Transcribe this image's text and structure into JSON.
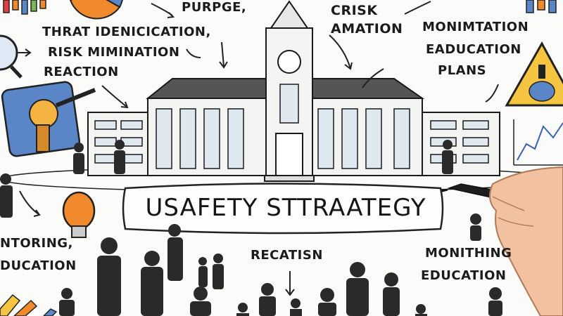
{
  "title": "USAFETY STTRAATEGY",
  "labels": {
    "purpose": "PURPGE,",
    "crisk": "CRISK",
    "amation": "AMATION",
    "threat": "THRAT IDENICICATION,",
    "risk": "RISK MIMINATION",
    "reaction": "REACTION",
    "monimtation": "MONIMTATION",
    "eaducation": "EADUCATION",
    "plans": "PLANS",
    "ntoring": "NTORING,",
    "ducation": "DUCATION",
    "recatisn": "RECATISN",
    "monithing": "MONITHING",
    "education": "EDUCATION"
  },
  "colors": {
    "ink": "#1c1c1c",
    "orange": "#f08a2c",
    "blue": "#5a86c8",
    "yellow": "#f5c542",
    "skin": "#f2c1a0"
  },
  "icons": [
    "magnifier-icon",
    "lightbulb-icon",
    "warning-triangle-icon",
    "pie-chart-icon",
    "bar-chart-icon",
    "line-chart-icon",
    "marker-icon",
    "pencil-icon"
  ]
}
